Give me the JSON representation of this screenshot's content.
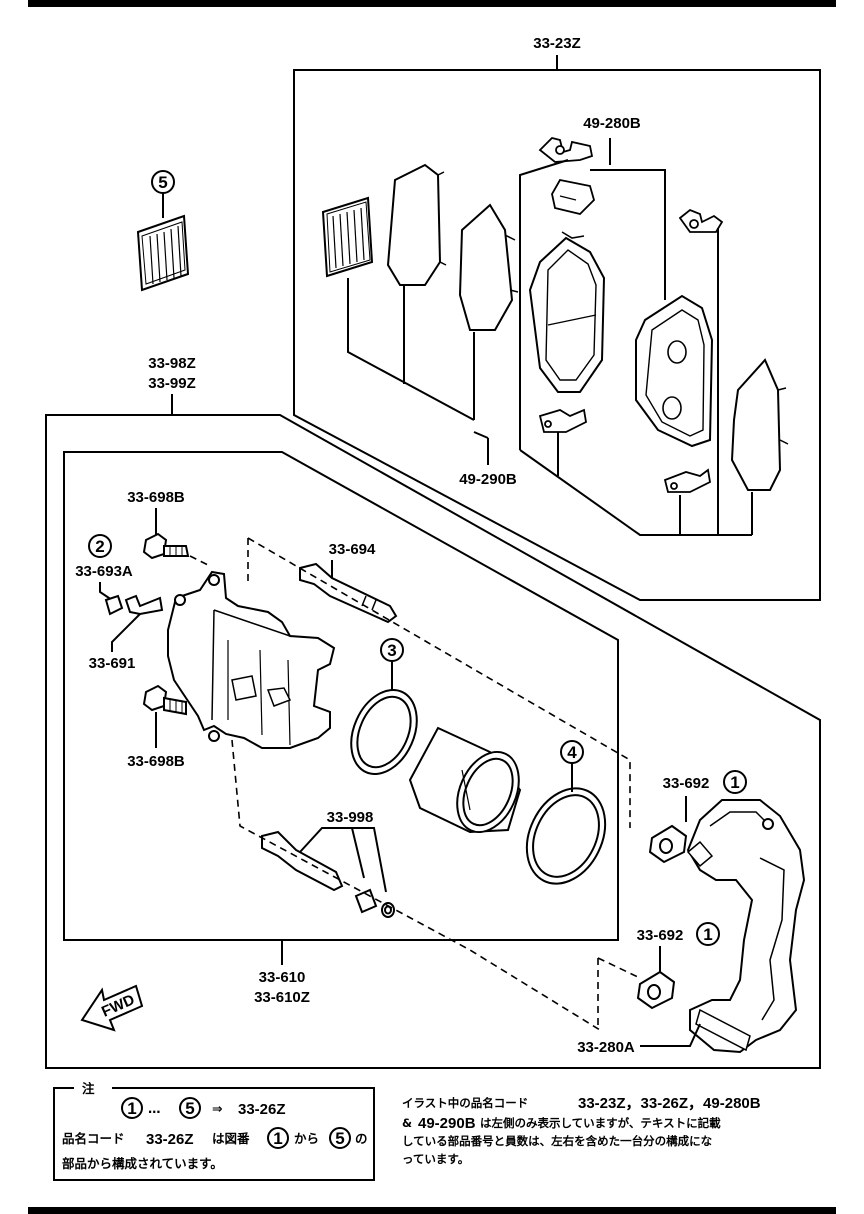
{
  "parts": {
    "pad_kit": "33-23Z",
    "shim_kit": "49-280B",
    "pad_clip_kit": "49-290B",
    "caliper_assy_1": "33-98Z",
    "caliper_assy_2": "33-99Z",
    "bolt_upper": "33-698B",
    "bolt_lower": "33-698B",
    "bleeder_cap": "33-693A",
    "bleeder_screw": "33-691",
    "guide_pin": "33-694",
    "boot_set": "33-998",
    "caliper_body_1": "33-610",
    "caliper_body_2": "33-610Z",
    "bushing_upper": "33-692",
    "bushing_lower": "33-692",
    "mounting_support": "33-280A"
  },
  "circle_refs": {
    "c1": "1",
    "c2": "2",
    "c3": "3",
    "c4": "4",
    "c5": "5"
  },
  "fwd_label": "FWD",
  "note": {
    "title": "注",
    "range_start": "1",
    "range_sep": "…",
    "range_end": "5",
    "arrow": "⇒",
    "kit": "33-26Z",
    "line2_a": "品名コード",
    "line2_code": "33-26Z",
    "line2_b": "は図番",
    "line2_from": "1",
    "line2_c": "から",
    "line2_to": "5",
    "line2_d": "の",
    "line3": "部品から構成されています。"
  },
  "remark": {
    "line1_a": "イラスト中の品名コード",
    "line1_codes": "33-23Z，33-26Z，49-280B",
    "line2_a": "&",
    "line2_code": "49-290B",
    "line2_b": "は左側のみ表示していますが、テキストに記載",
    "line3": "している部品番号と員数は、左右を含めた一台分の構成にな",
    "line4": "っています。"
  }
}
